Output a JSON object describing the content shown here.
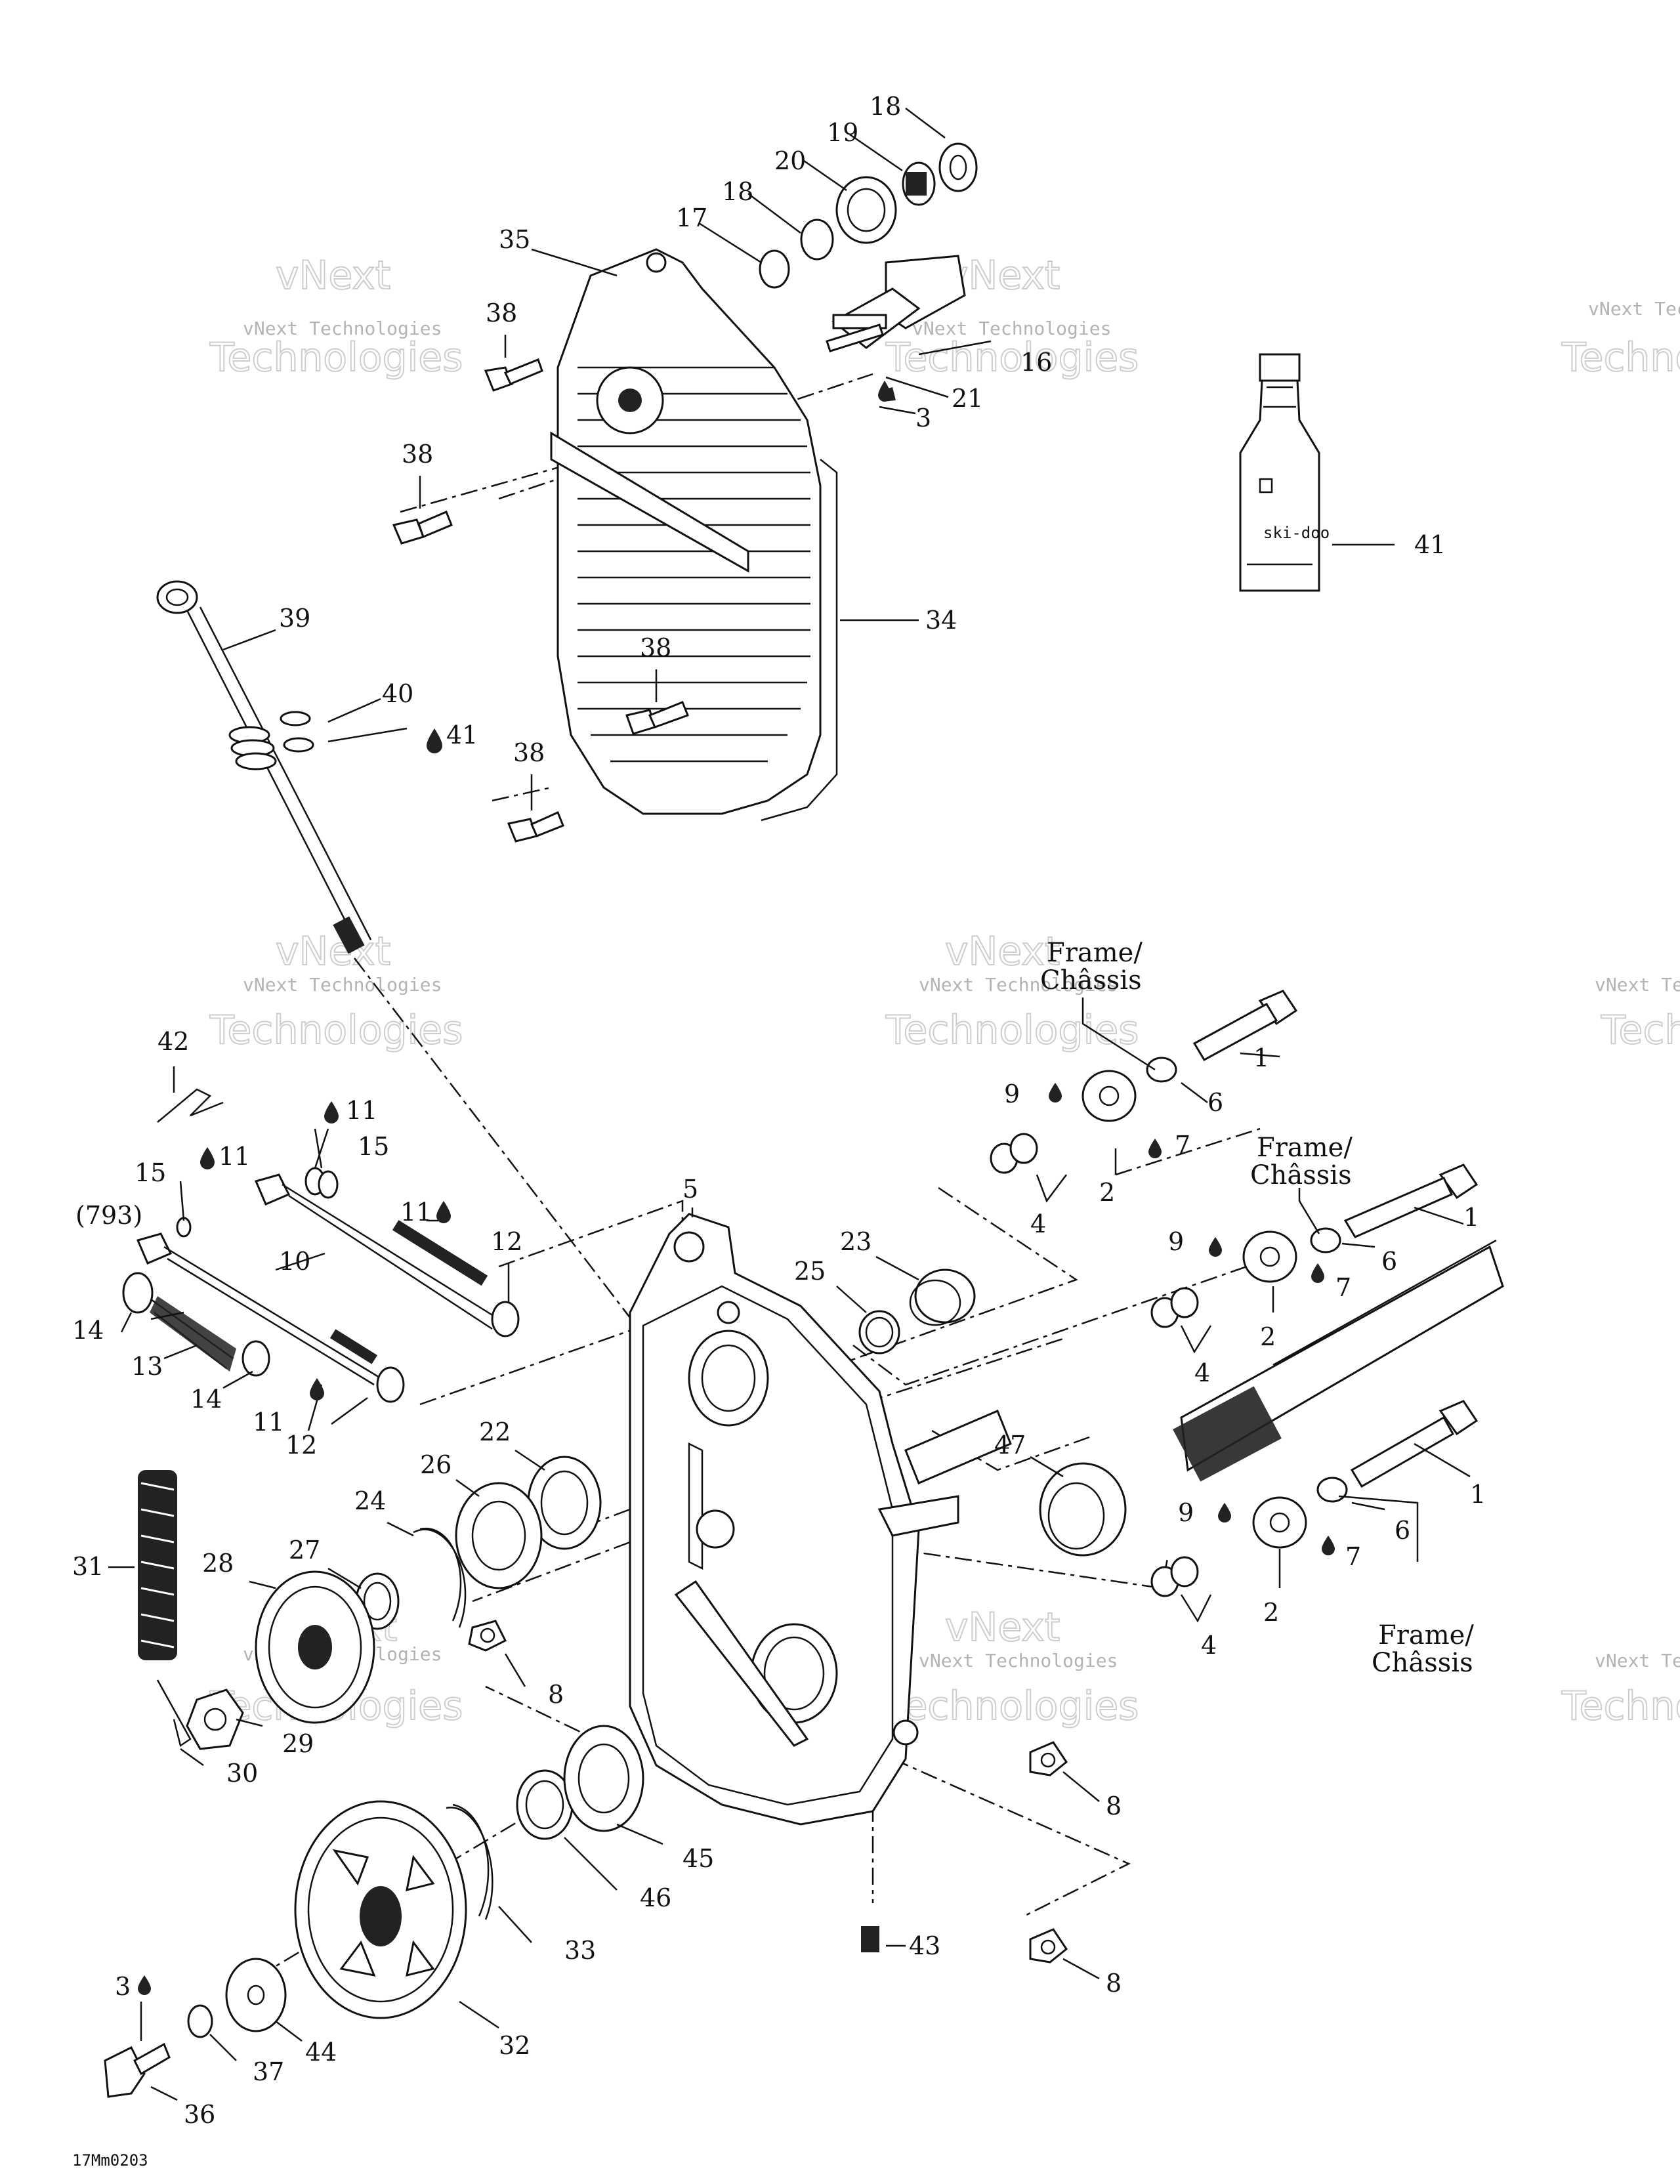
{
  "diagram": {
    "reference_code": "17Mm0203",
    "frame_label": "Frame/\nChâssis",
    "watermark_small": "vNext Technologies",
    "watermark_brand": "vNext",
    "watermark_large": "Technologies",
    "bottle_label": "ski-doo",
    "part_numbers": [
      "1",
      "2",
      "3",
      "4",
      "5",
      "6",
      "7",
      "8",
      "9",
      "10",
      "11",
      "12",
      "13",
      "14",
      "15",
      "16",
      "17",
      "18",
      "19",
      "20",
      "21",
      "22",
      "23",
      "24",
      "25",
      "26",
      "27",
      "28",
      "29",
      "30",
      "31",
      "32",
      "33",
      "34",
      "35",
      "36",
      "37",
      "38",
      "39",
      "40",
      "41",
      "42",
      "43",
      "44",
      "45",
      "46",
      "47",
      "(793)"
    ]
  }
}
